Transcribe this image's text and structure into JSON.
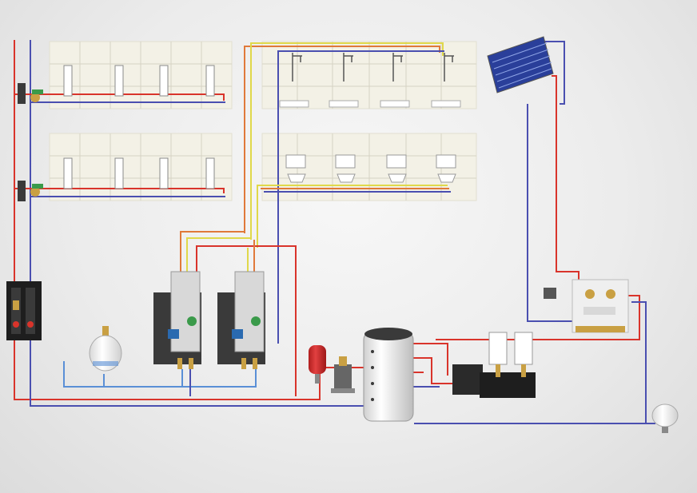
{
  "diagram": {
    "description_visible_text": "",
    "colors": {
      "supply_hot": "#d9342b",
      "return_cold": "#4a4fb0",
      "dhw_cold": "#5a8fd6",
      "circulation": "#e0d84a",
      "heating_orange": "#e0793a",
      "panel_wall": "#f3f1e6",
      "tile_line": "#d6d3c4",
      "device_dark": "#3a3a3a",
      "device_body": "#f4f4f4",
      "brass": "#c9a043",
      "valve_green": "#3a9a4a",
      "solar_blue": "#2a3f9a"
    },
    "components": [
      {
        "name": "radiator-panel-upper",
        "icon": "radiator-icon",
        "count": 4
      },
      {
        "name": "radiator-panel-lower",
        "icon": "radiator-icon",
        "count": 4
      },
      {
        "name": "shower-panel",
        "icon": "shower-icon",
        "count": 4
      },
      {
        "name": "washbasin-panel",
        "icon": "washbasin-icon",
        "count": 4
      },
      {
        "name": "solar-collector",
        "icon": "solar-panel-icon"
      },
      {
        "name": "solar-pump-station",
        "icon": "pump-station-icon"
      },
      {
        "name": "fresh-water-station",
        "icon": "heat-exchanger-icon",
        "count": 2
      },
      {
        "name": "buffer-storage-tank",
        "icon": "storage-tank-icon"
      },
      {
        "name": "expansion-vessel-red",
        "icon": "expansion-vessel-icon"
      },
      {
        "name": "expansion-vessel-white",
        "icon": "expansion-vessel-icon"
      },
      {
        "name": "boiler-units",
        "icon": "boiler-icon",
        "count": 2
      },
      {
        "name": "heating-manifold",
        "icon": "manifold-icon"
      },
      {
        "name": "softener-unit",
        "icon": "water-treatment-icon"
      }
    ]
  }
}
